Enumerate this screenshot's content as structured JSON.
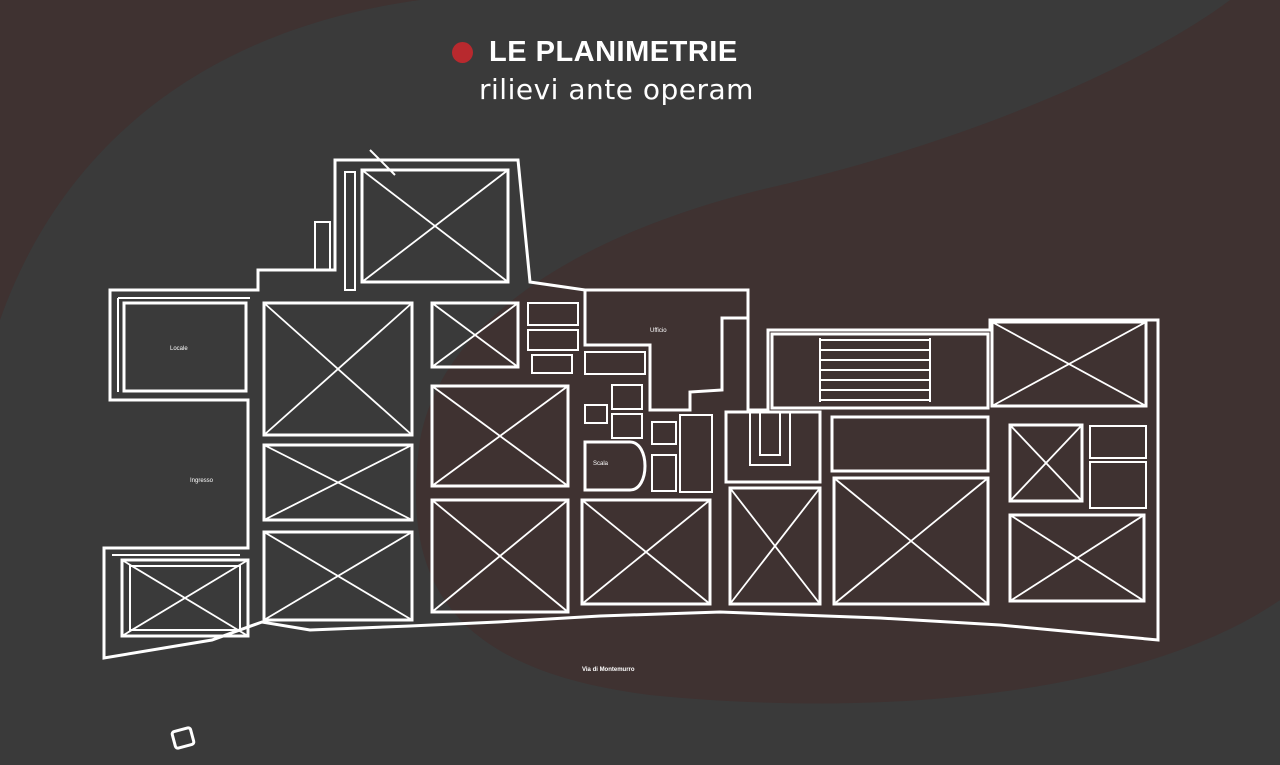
{
  "header": {
    "title": "LE PLANIMETRIE",
    "subtitle": "rilievi ante operam",
    "bullet_color": "#b8292e"
  },
  "colors": {
    "background": "#3a3a3a",
    "background_shape": "#3f3231",
    "lines": "#ffffff"
  },
  "plan": {
    "street_label": "Via di Montemurro"
  },
  "icons": {
    "compass": "compass-icon"
  }
}
